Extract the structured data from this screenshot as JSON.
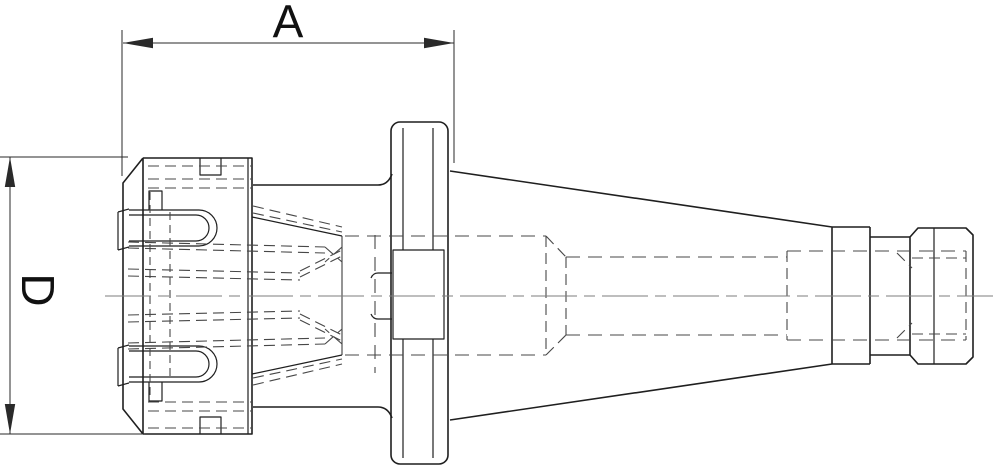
{
  "drawing": {
    "type": "technical-drawing",
    "subject": "collet-chuck-tool-holder-side-view",
    "dimension_labels": {
      "horizontal": "A",
      "vertical": "D"
    },
    "colors": {
      "background": "#ffffff",
      "outline": "#1f1f1f",
      "hidden_line": "#474747",
      "center_line": "#7d7d7d",
      "dimension": "#2a2a2a"
    }
  }
}
